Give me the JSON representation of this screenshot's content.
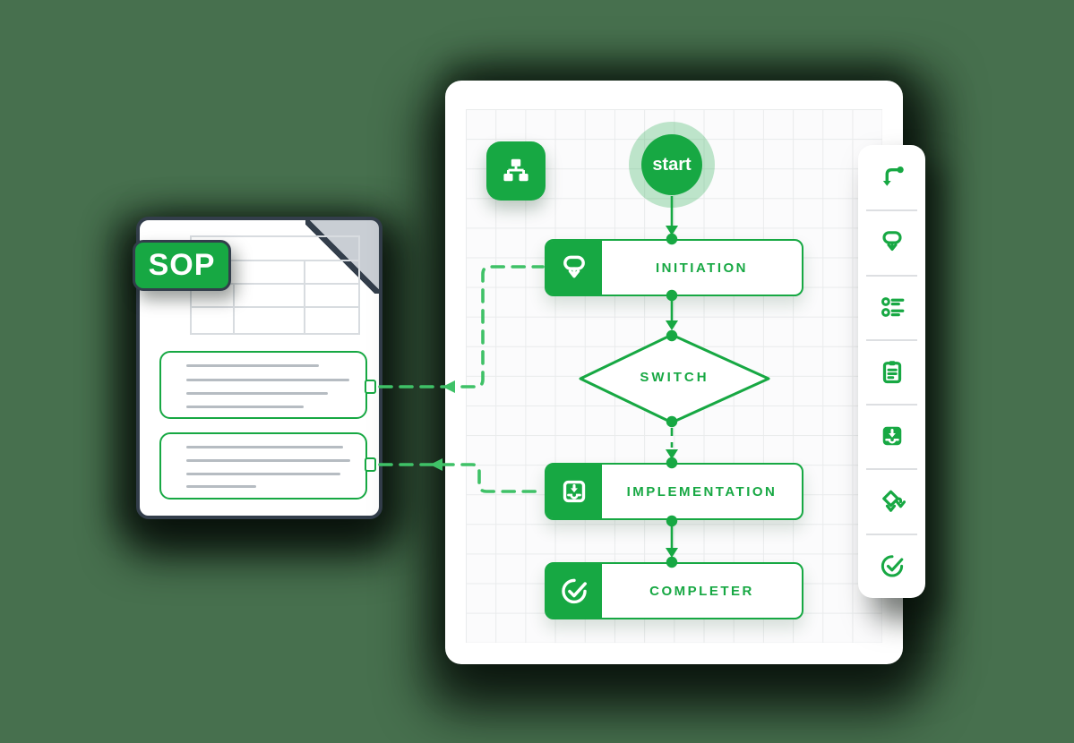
{
  "scene": {
    "backdrop_color": "#47704E",
    "brand_green": "#17A843",
    "connector_green": "#3FC167",
    "outline_dark": "#333E4B"
  },
  "document": {
    "badge_label": "SOP",
    "table": {
      "rows": 4,
      "has_column_dividers": true
    },
    "highlight_blocks": [
      {
        "name": "excerpt-block-1",
        "line_count": 4
      },
      {
        "name": "excerpt-block-2",
        "line_count": 4
      }
    ]
  },
  "flowchart": {
    "type_icon": "sitemap-icon",
    "start": {
      "label": "start"
    },
    "nodes": [
      {
        "label": "INITIATION",
        "shape": "process",
        "icon": "pin-down-icon"
      },
      {
        "label": "SWITCH",
        "shape": "decision",
        "icon": null
      },
      {
        "label": "IMPLEMENTATION",
        "shape": "process",
        "icon": "box-arrow-down-icon"
      },
      {
        "label": "COMPLETER",
        "shape": "process",
        "icon": "check-circle-icon"
      }
    ]
  },
  "toolbar": {
    "items": [
      {
        "icon": "route-arrow-icon"
      },
      {
        "icon": "pin-down-icon"
      },
      {
        "icon": "checklist-icon"
      },
      {
        "icon": "clipboard-icon"
      },
      {
        "icon": "box-arrow-down-icon"
      },
      {
        "icon": "flow-branch-icon"
      },
      {
        "icon": "check-circle-icon"
      }
    ]
  }
}
